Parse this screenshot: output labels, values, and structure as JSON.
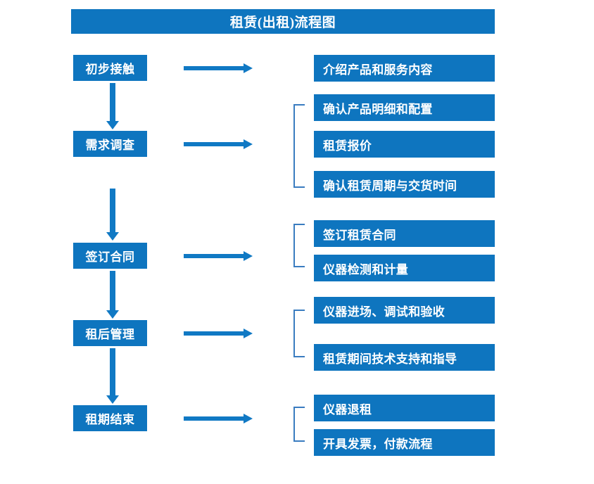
{
  "diagram": {
    "title": "租赁(出租)流程图",
    "colors": {
      "box_blue": "#0e75bf",
      "arrow_blue": "#1079c4",
      "bracket_blue": "#3a7cc0",
      "text": "#ffffff",
      "background": "#ffffff"
    },
    "stages": [
      {
        "label": "初步接触"
      },
      {
        "label": "需求调查"
      },
      {
        "label": "签订合同"
      },
      {
        "label": "租后管理"
      },
      {
        "label": "租期结束"
      }
    ],
    "task_groups": [
      {
        "stage": "初步接触",
        "bracket": false,
        "tasks": [
          {
            "label": "介绍产品和服务内容"
          }
        ]
      },
      {
        "stage": "需求调查",
        "bracket": true,
        "tasks": [
          {
            "label": "确认产品明细和配置"
          },
          {
            "label": "租赁报价"
          },
          {
            "label": "确认租赁周期与交货时间"
          }
        ]
      },
      {
        "stage": "签订合同",
        "bracket": true,
        "tasks": [
          {
            "label": "签订租赁合同"
          },
          {
            "label": "仪器检测和计量"
          }
        ]
      },
      {
        "stage": "租后管理",
        "bracket": true,
        "tasks": [
          {
            "label": "仪器进场、调试和验收"
          },
          {
            "label": "租赁期间技术支持和指导"
          }
        ]
      },
      {
        "stage": "租期结束",
        "bracket": true,
        "tasks": [
          {
            "label": "仪器退租"
          },
          {
            "label": "开具发票，付款流程"
          }
        ]
      }
    ],
    "connectors": {
      "vertical_arrow_icon": "arrow-down-icon",
      "horizontal_arrow_icon": "arrow-right-icon",
      "bracket_icon": "group-bracket-icon"
    }
  }
}
